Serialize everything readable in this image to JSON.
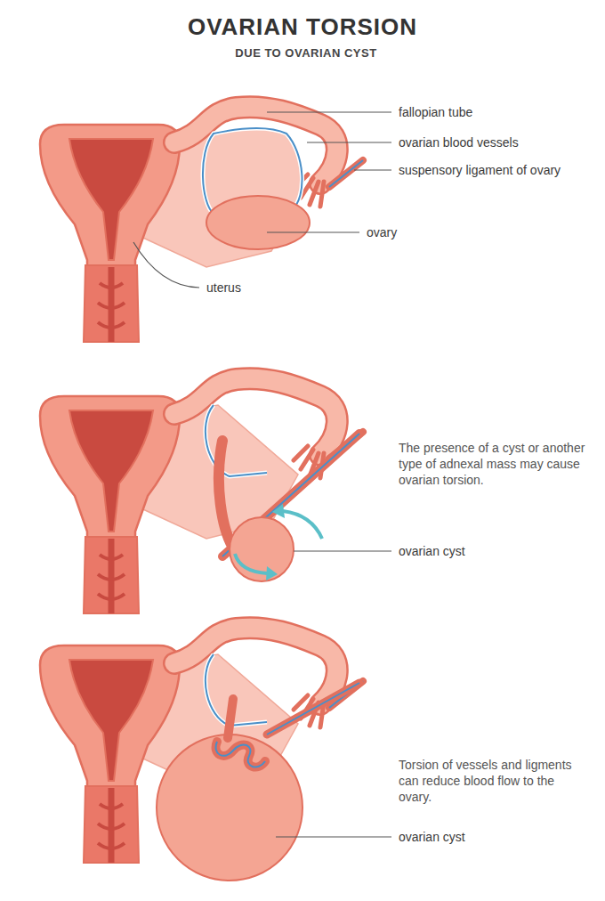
{
  "diagram": {
    "title": "OVARIAN TORSION",
    "labels": [
      "DUE TO OVARIAN CYST",
      "fallopian tube",
      "ovarian blood vessels",
      "suspensory ligament of ovary",
      "ovary",
      "uterus",
      "The presence of a cyst or another type of adnexal mass may cause ovarian torsion.",
      "ovarian cyst",
      "Torsion of vessels and ligments can reduce blood flow to the ovary.",
      "ovarian cyst"
    ]
  }
}
